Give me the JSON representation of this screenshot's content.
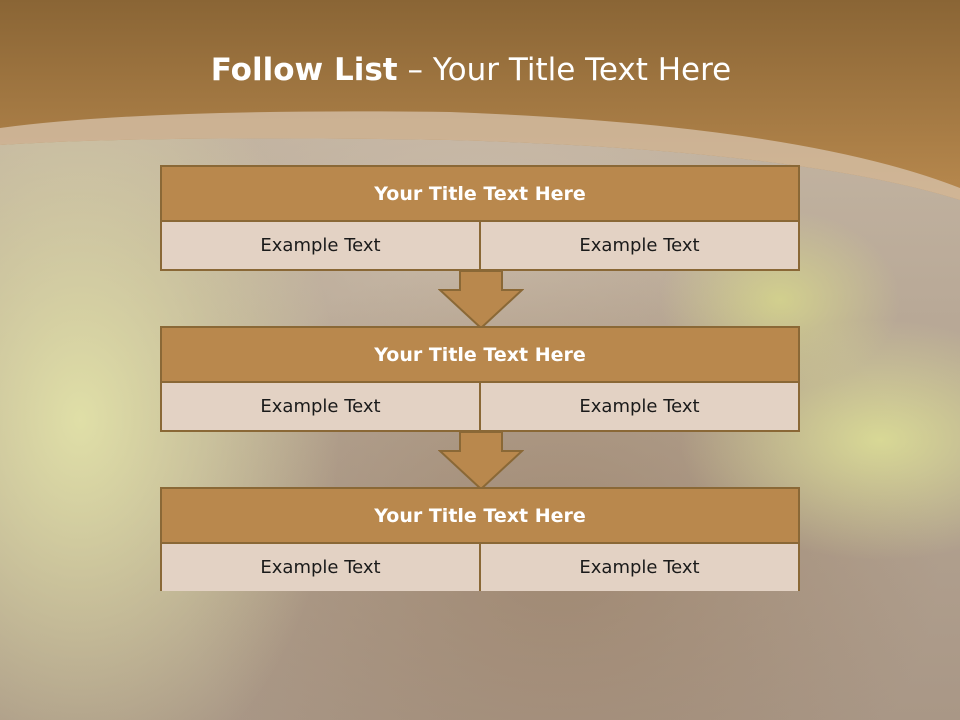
{
  "slide": {
    "title_bold": "Follow List",
    "title_rest": " – Your Title Text Here"
  },
  "steps": [
    {
      "title": "Your Title Text Here",
      "left": "Example Text",
      "right": "Example Text"
    },
    {
      "title": "Your Title Text Here",
      "left": "Example Text",
      "right": "Example Text"
    },
    {
      "title": "Your Title Text Here",
      "left": "Example Text",
      "right": "Example Text"
    }
  ],
  "colors": {
    "header_brown": "#9b7440",
    "box_title": "#b9884d",
    "box_cell": "#e3d2c4",
    "border": "#8a6836",
    "arrow": "#b9884d"
  }
}
